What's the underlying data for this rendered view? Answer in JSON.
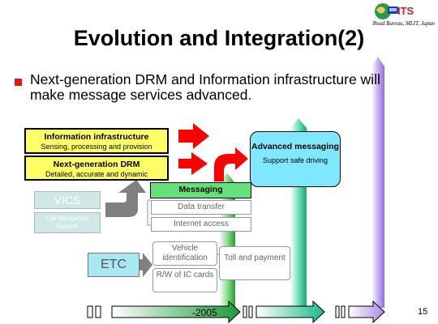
{
  "header": {
    "logo_text": "ITS",
    "org": "Road Bureau, MLIT, Japan",
    "title": "Evolution and Integration(2)"
  },
  "bullet": {
    "text": "Next-generation DRM and Information infrastructure will make message services advanced."
  },
  "diagram": {
    "info_infra": {
      "title": "Information infrastructure",
      "subtitle": "Sensing, processing and provision"
    },
    "next_drm": {
      "title": "Next-generation DRM",
      "subtitle": "Detailed, accurate and dynamic"
    },
    "advanced": {
      "title": "Advanced messaging",
      "subtitle": "Support safe driving"
    },
    "messaging": "Messaging",
    "data_transfer": "Data transfer",
    "internet_access": "Internet access",
    "vics": "VICS",
    "car_nav": "Car Navigation System",
    "etc": "ETC",
    "vehicle_id": "Vehicle identification",
    "rw_ic": "R/W of IC cards",
    "toll": "Toll and payment",
    "timeline_label": "-2005"
  },
  "page_number": "15",
  "colors": {
    "logo_red": "#d81c1c",
    "arrow_red": "#ff0000",
    "yellow": "#ffff66",
    "cyan": "#7fe8ff",
    "green": "#66e07a",
    "purple": "#b8a0e8"
  }
}
